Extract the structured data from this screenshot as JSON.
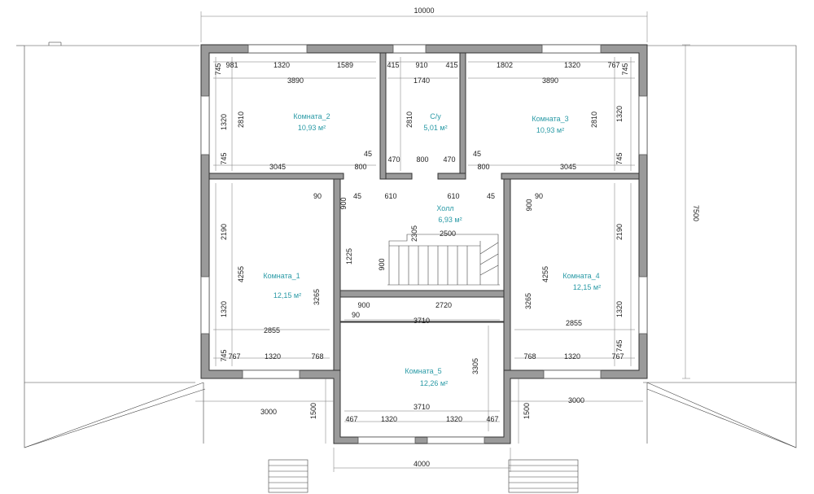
{
  "overall": {
    "width_top": "10000",
    "height_right": "7500",
    "width_bottom": "4000",
    "left_wing": "3000",
    "right_wing": "3000",
    "left_wing_h": "1500",
    "right_wing_h": "1500"
  },
  "rooms": {
    "room2": {
      "name": "Комната_2",
      "area": "10,93 м²"
    },
    "wc": {
      "name": "С/у",
      "area": "5,01 м²"
    },
    "room3": {
      "name": "Комната_3",
      "area": "10,93 м²"
    },
    "hall": {
      "name": "Холл",
      "area": "6,93 м²"
    },
    "room1": {
      "name": "Комната_1",
      "area": "12,15 м²"
    },
    "room4": {
      "name": "Комната_4",
      "area": "12,15 м²"
    },
    "room5": {
      "name": "Комната_5",
      "area": "12,26 м²"
    }
  },
  "dims": {
    "t745a": "745",
    "t981": "981",
    "t1320a": "1320",
    "t1589": "1589",
    "t415a": "415",
    "t910": "910",
    "t415b": "415",
    "t1802": "1802",
    "t1320b": "1320",
    "t767a": "767",
    "t745b": "745",
    "r2_w": "3890",
    "wc_w": "1740",
    "r3_w": "3890",
    "r2_v1320": "1320",
    "r2_h": "2810",
    "r2_v745": "745",
    "wc_h": "2810",
    "r3_h": "2810",
    "r3_v1320": "1320",
    "r3_v745": "745",
    "r2_b45": "45",
    "r2_b800": "800",
    "r2_b3045": "3045",
    "wc_b470a": "470",
    "wc_b800": "800",
    "wc_b470b": "470",
    "r3_b45": "45",
    "r3_b800": "800",
    "r3_b3045": "3045",
    "h_90a": "90",
    "h_900a": "900",
    "h_45a": "45",
    "h_610a": "610",
    "h_610b": "610",
    "h_45b": "45",
    "h_900b": "900",
    "h_90b": "90",
    "h_2305": "2305",
    "h_2500": "2500",
    "h_1225": "1225",
    "h_900c": "900",
    "r1_2190": "2190",
    "r1_4255": "4255",
    "r1_1320": "1320",
    "r1_3265": "3265",
    "r1_2855": "2855",
    "r1_745": "745",
    "r1_767": "767",
    "r1_1320b": "1320",
    "r1_768": "768",
    "r5_900": "900",
    "r5_2720": "2720",
    "r5_90": "90",
    "r5_3710": "3710",
    "r5_3305": "3305",
    "r5_3710b": "3710",
    "r5_467a": "467",
    "r5_1320a": "1320",
    "r5_1320b": "1320",
    "r5_467b": "467",
    "r4_2190": "2190",
    "r4_4255": "4255",
    "r4_3265": "3265",
    "r4_1320": "1320",
    "r4_2855": "2855",
    "r4_745": "745",
    "r4_768": "768",
    "r4_1320b": "1320",
    "r4_767": "767"
  }
}
